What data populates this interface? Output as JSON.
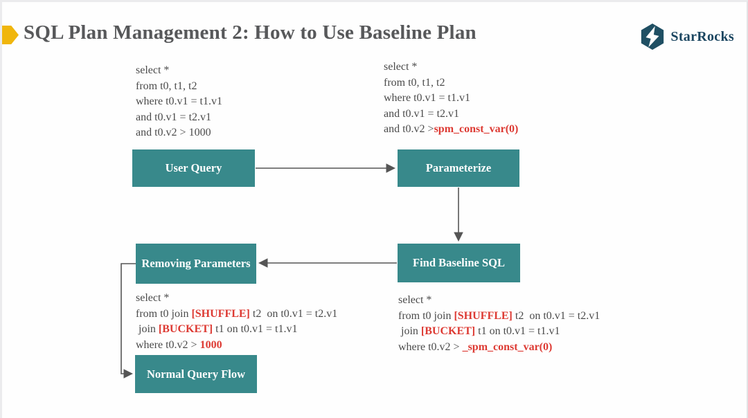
{
  "slide": {
    "title": "SQL Plan Management 2: How to Use Baseline Plan"
  },
  "logo": {
    "text": "StarRocks",
    "icon": "starrocks-hexagon-bolt-icon"
  },
  "colors": {
    "accent_yellow": "#f0b60d",
    "node_teal": "#38898b",
    "logo_teal": "#1f4f63",
    "logo_text": "#1a4560",
    "highlight_red": "#dd3a33",
    "title_gray": "#57585a",
    "code_gray": "#4b4b4b",
    "arrow_gray": "#555555"
  },
  "nodes": {
    "user_query": "User Query",
    "parameterize": "Parameterize",
    "find_baseline_sql": "Find Baseline SQL",
    "removing_parameters": "Removing Parameters",
    "normal_query_flow": "Normal Query Flow"
  },
  "code_blocks": {
    "original_query": [
      [
        {
          "t": "select *"
        }
      ],
      [
        {
          "t": "from t0, t1, t2"
        }
      ],
      [
        {
          "t": "where t0.v1 = t1.v1"
        }
      ],
      [
        {
          "t": "and t0.v1 = t2.v1"
        }
      ],
      [
        {
          "t": "and t0.v2 > 1000"
        }
      ]
    ],
    "parameterized_query": [
      [
        {
          "t": "select *"
        }
      ],
      [
        {
          "t": "from t0, t1, t2"
        }
      ],
      [
        {
          "t": "where t0.v1 = t1.v1"
        }
      ],
      [
        {
          "t": "and t0.v1 = t2.v1"
        }
      ],
      [
        {
          "t": "and t0.v2 >"
        },
        {
          "t": "spm_const_var(0)",
          "hl": true
        }
      ]
    ],
    "baseline_plan": [
      [
        {
          "t": "select *"
        }
      ],
      [
        {
          "t": "from t0 join "
        },
        {
          "t": "[SHUFFLE]",
          "hl": true
        },
        {
          "t": " t2  on t0.v1 = t2.v1"
        }
      ],
      [
        {
          "t": " join "
        },
        {
          "t": "[BUCKET]",
          "hl": true
        },
        {
          "t": " t1 on t0.v1 = t1.v1"
        }
      ],
      [
        {
          "t": "where t0.v2 > "
        },
        {
          "t": "_spm_const_var(0)",
          "hl": true
        }
      ]
    ],
    "final_plan": [
      [
        {
          "t": "select *"
        }
      ],
      [
        {
          "t": "from t0 join "
        },
        {
          "t": "[SHUFFLE]",
          "hl": true
        },
        {
          "t": " t2  on t0.v1 = t2.v1"
        }
      ],
      [
        {
          "t": " join "
        },
        {
          "t": "[BUCKET]",
          "hl": true
        },
        {
          "t": " t1 on t0.v1 = t1.v1"
        }
      ],
      [
        {
          "t": "where t0.v2 > "
        },
        {
          "t": "1000",
          "hl": true
        }
      ]
    ]
  }
}
